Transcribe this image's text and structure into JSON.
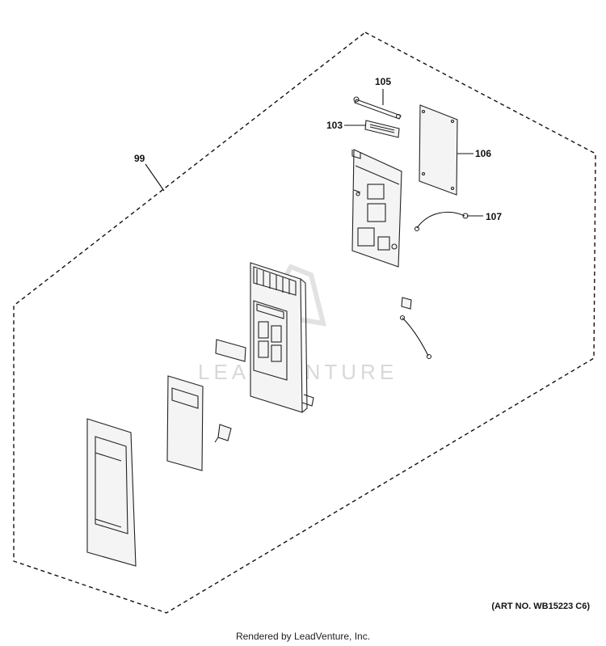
{
  "callouts": {
    "c99": "99",
    "c103": "103",
    "c105": "105",
    "c106": "106",
    "c107": "107"
  },
  "watermark": "LEADVENTURE",
  "art_number": "(ART NO. WB15223 C6)",
  "footer": "Rendered by LeadVenture, Inc."
}
